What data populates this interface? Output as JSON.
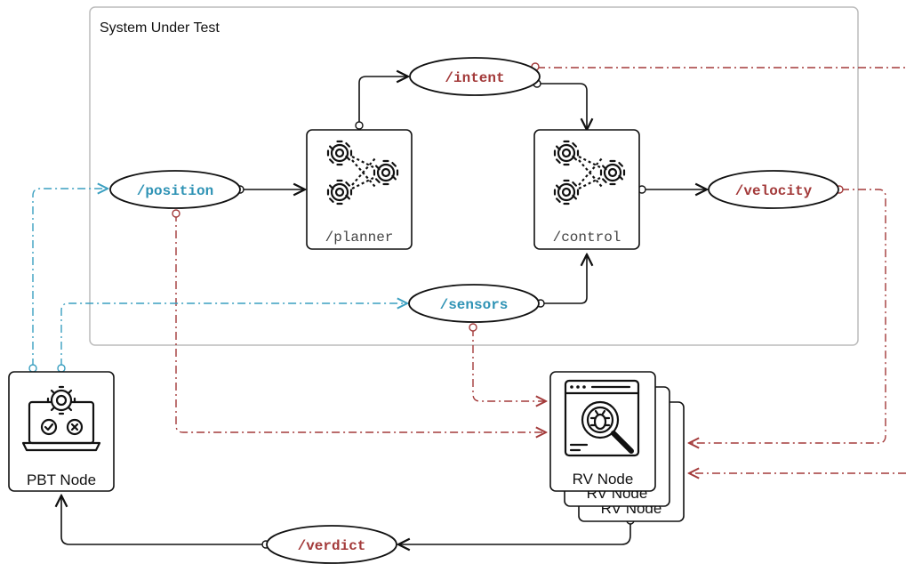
{
  "system_under_test": {
    "title": "System Under Test"
  },
  "topics": {
    "intent": "/intent",
    "position": "/position",
    "velocity": "/velocity",
    "sensors": "/sensors",
    "verdict": "/verdict"
  },
  "nodes": {
    "planner": "/planner",
    "control": "/control",
    "pbt": "PBT Node",
    "rv": "RV Node"
  },
  "colors": {
    "output_topic": "#a33a3a",
    "input_topic": "#2f93b5",
    "wire": "#111111",
    "border": "#bbbbbb"
  },
  "icons": {
    "planner": "gears-icon",
    "control": "gears-icon",
    "pbt": "laptop-gear-check-icon",
    "rv": "bug-search-icon"
  }
}
